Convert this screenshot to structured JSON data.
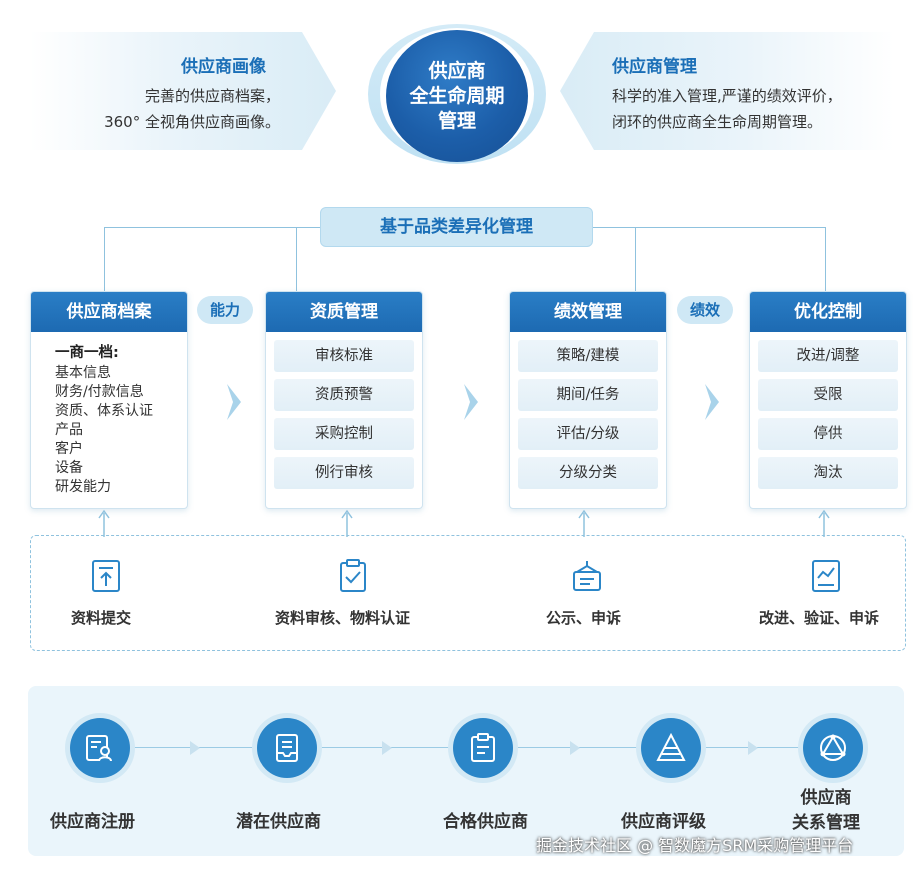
{
  "center": {
    "title_lines": [
      "供应商",
      "全生命周期",
      "管理"
    ]
  },
  "left_banner": {
    "title": "供应商画像",
    "lines": [
      "完善的供应商档案，",
      "360° 全视角供应商画像。"
    ]
  },
  "right_banner": {
    "title": "供应商管理",
    "lines": [
      "科学的准入管理,严谨的绩效评价，",
      "闭环的供应商全生命周期管理。"
    ]
  },
  "diff_management": "基于品类差异化管理",
  "tags": {
    "capability": "能力",
    "performance": "绩效"
  },
  "modules": [
    {
      "title": "供应商档案",
      "lead": "一商一档:",
      "items": [
        "基本信息",
        "财务/付款信息",
        "资质、体系认证",
        "产品",
        "客户",
        "设备",
        "研发能力"
      ]
    },
    {
      "title": "资质管理",
      "items": [
        "审核标准",
        "资质预警",
        "采购控制",
        "例行审核"
      ]
    },
    {
      "title": "绩效管理",
      "items": [
        "策略/建模",
        "期间/任务",
        "评估/分级",
        "分级分类"
      ]
    },
    {
      "title": "优化控制",
      "items": [
        "改进/调整",
        "受限",
        "停供",
        "淘汰"
      ]
    }
  ],
  "processes": [
    {
      "label": "资料提交",
      "icon": "document-upload-icon"
    },
    {
      "label": "资料审核、物料认证",
      "icon": "clipboard-check-icon"
    },
    {
      "label": "公示、申诉",
      "icon": "announcement-icon"
    },
    {
      "label": "改进、验证、申诉",
      "icon": "chart-report-icon"
    }
  ],
  "lifecycle": [
    {
      "label": "供应商注册",
      "icon": "register-icon"
    },
    {
      "label": "潜在供应商",
      "icon": "inbox-icon"
    },
    {
      "label": "合格供应商",
      "icon": "clipboard-icon"
    },
    {
      "label": "供应商评级",
      "icon": "pyramid-icon"
    },
    {
      "label_lines": [
        "供应商",
        "关系管理"
      ],
      "icon": "network-icon"
    }
  ],
  "watermark": "掘金技术社区 @ 智数魔方SRM采购管理平台",
  "colors": {
    "primary": "#1d6ab2",
    "accent_light": "#cfe8f5",
    "line": "#8fc2de",
    "stage": "#2b86c8"
  }
}
